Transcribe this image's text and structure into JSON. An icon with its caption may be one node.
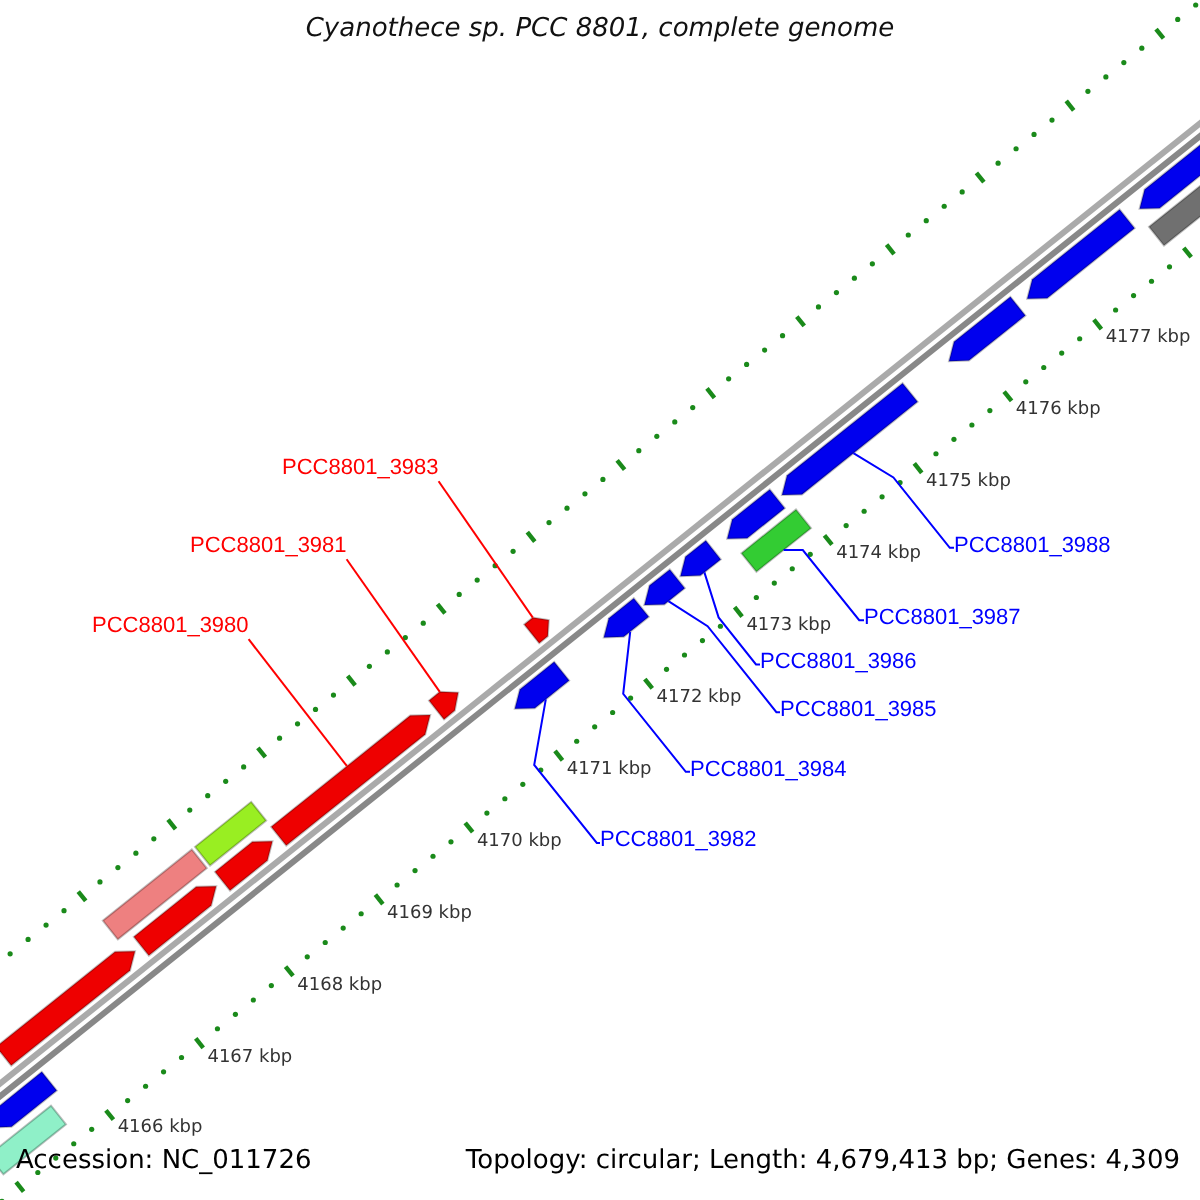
{
  "diagram": {
    "title": "Cyanothece sp. PCC 8801, complete genome",
    "nodes": [
      {
        "text": [
          "PCC8801_3983"
        ]
      },
      {
        "text": [
          "PCC8801_3981"
        ]
      },
      {
        "text": [
          "PCC8801_3988"
        ]
      },
      {
        "text": [
          "PCC8801_3980"
        ]
      },
      {
        "text": [
          "PCC8801_3987"
        ]
      },
      {
        "text": [
          "PCC8801_3986"
        ]
      },
      {
        "text": [
          "PCC8801_3985"
        ]
      },
      {
        "text": [
          "PCC8801_3984"
        ]
      },
      {
        "text": [
          "PCC8801_3982"
        ]
      },
      {
        "text": [],
        "shape": "bar"
      },
      {
        "text": [],
        "shape": "pentagon"
      },
      {
        "text": [],
        "shape": "pentagon"
      },
      {
        "text": [],
        "shape": "bar"
      },
      {
        "text": [],
        "shape": "pentagon"
      },
      {
        "text": [],
        "shape": "bar"
      },
      {
        "text": [],
        "shape": "pentagon"
      },
      {
        "text": [],
        "shape": "pentagon"
      },
      {
        "text": [],
        "shape": "pentagon"
      },
      {
        "text": [],
        "shape": "pentagon"
      },
      {
        "text": [],
        "shape": "pentagon"
      },
      {
        "text": [],
        "shape": "pentagon"
      },
      {
        "text": [],
        "shape": "pentagon"
      },
      {
        "text": [],
        "shape": "pentagon"
      },
      {
        "text": [],
        "shape": "pentagon"
      },
      {
        "text": [],
        "shape": "bar"
      },
      {
        "text": [],
        "shape": "pentagon"
      },
      {
        "text": [],
        "shape": "pentagon"
      },
      {
        "text": [],
        "shape": "pentagon"
      },
      {
        "text": [],
        "shape": "pentagon"
      },
      {
        "text": [],
        "shape": "bar"
      }
    ],
    "edges": [
      {
        "from": 0,
        "to": 19,
        "arrow": "none",
        "color": "#ff0000"
      },
      {
        "from": 1,
        "to": 17,
        "arrow": "none",
        "color": "#ff0000"
      },
      {
        "from": 2,
        "to": 25,
        "arrow": "none"
      },
      {
        "from": 3,
        "to": 16,
        "arrow": "none",
        "color": "#ff0000"
      },
      {
        "from": 4,
        "to": 24,
        "arrow": "none"
      },
      {
        "from": 5,
        "to": 22,
        "arrow": "none"
      },
      {
        "from": 6,
        "to": 21,
        "arrow": "none"
      },
      {
        "from": 7,
        "to": 20,
        "arrow": "none"
      },
      {
        "from": 8,
        "to": 18,
        "arrow": "none"
      }
    ],
    "labels": [
      "4166 kbp",
      "4167 kbp",
      "4168 kbp",
      "4169 kbp",
      "4170 kbp",
      "4171 kbp",
      "4172 kbp",
      "4173 kbp",
      "4174 kbp",
      "4175 kbp",
      "4176 kbp",
      "4177 kbp",
      "Accession: NC_011726",
      "Topology: circular; Length: 4,679,413 bp; Genes: 4,309"
    ]
  }
}
